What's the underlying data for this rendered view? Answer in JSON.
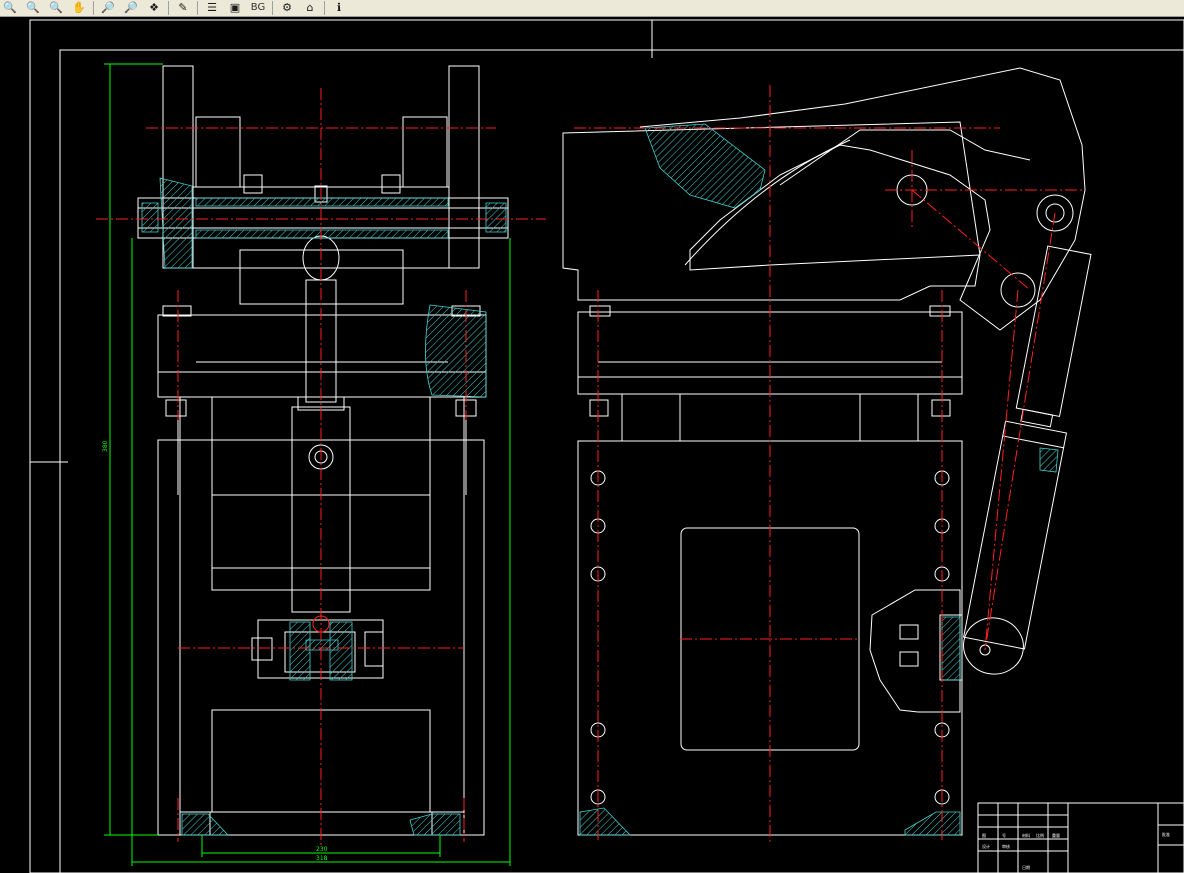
{
  "toolbar": {
    "buttons": [
      {
        "name": "zoom-in-icon",
        "glyph": "🔍"
      },
      {
        "name": "zoom-out-icon",
        "glyph": "🔍"
      },
      {
        "name": "zoom-window-icon",
        "glyph": "🔍"
      },
      {
        "name": "zoom-pan-icon",
        "glyph": "✋"
      },
      {
        "name": "zoom-extents-icon",
        "glyph": "🔎"
      },
      {
        "name": "zoom-previous-icon",
        "glyph": "🔎"
      },
      {
        "name": "layer-icon",
        "glyph": "❖"
      },
      {
        "name": "measure-icon",
        "glyph": "✎"
      },
      {
        "name": "list-icon",
        "glyph": "☰"
      },
      {
        "name": "print-icon",
        "glyph": "▣"
      },
      {
        "name": "bg-button",
        "glyph": "BG"
      },
      {
        "name": "settings-icon",
        "glyph": "⚙"
      },
      {
        "name": "home-icon",
        "glyph": "⌂"
      },
      {
        "name": "info-icon",
        "glyph": "ℹ"
      }
    ]
  },
  "drawing": {
    "colors": {
      "background": "#000000",
      "outline": "#ffffff",
      "centerline": "#ff2020",
      "hatch": "#40d0d0",
      "dimension": "#00ff00"
    },
    "dimensions": {
      "vertical_height": "380",
      "bottom_inner": "230",
      "bottom_outer": "318"
    },
    "title_block": {
      "labels": [
        "图",
        "号",
        "材料",
        "比例",
        "重量",
        "设计",
        "审核",
        "日期",
        "批准"
      ]
    }
  }
}
